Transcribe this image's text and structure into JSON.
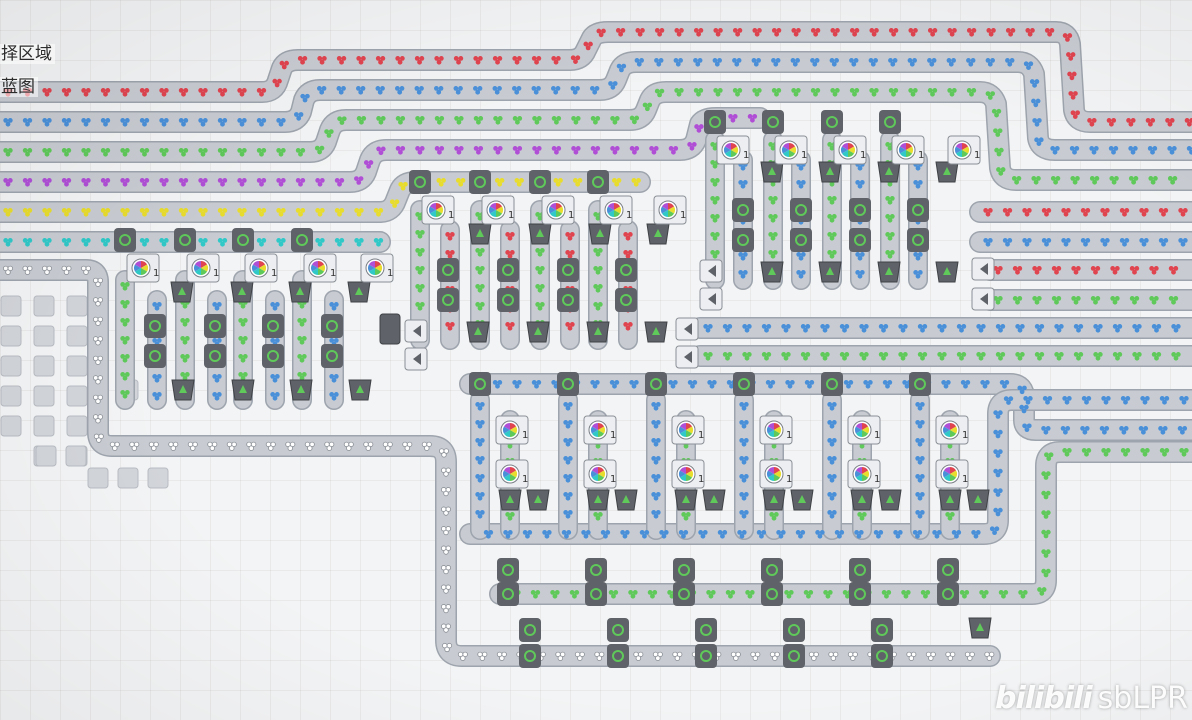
{
  "context_menu": {
    "select_area": "择区域",
    "blueprint": "蓝图"
  },
  "watermark": {
    "logo": "bilibili",
    "user": "sbLPR"
  },
  "colors": {
    "red": "#e0444f",
    "blue": "#4a90d9",
    "green": "#5fc95a",
    "purple": "#b04fd6",
    "yellow": "#e8dc2c",
    "cyan": "#31c8c8",
    "white": "#ffffff",
    "belt": "#c8ccd2",
    "belt_edge": "#9ea4ad",
    "machine": "#5f6268"
  },
  "icons": {
    "shape_item": "clover-shape-icon",
    "painter": "color-wheel-icon",
    "input_arrow": "double-chevron-left-icon",
    "rotator": "rotator-icon",
    "cutter": "trapezoid-cutter-icon"
  }
}
